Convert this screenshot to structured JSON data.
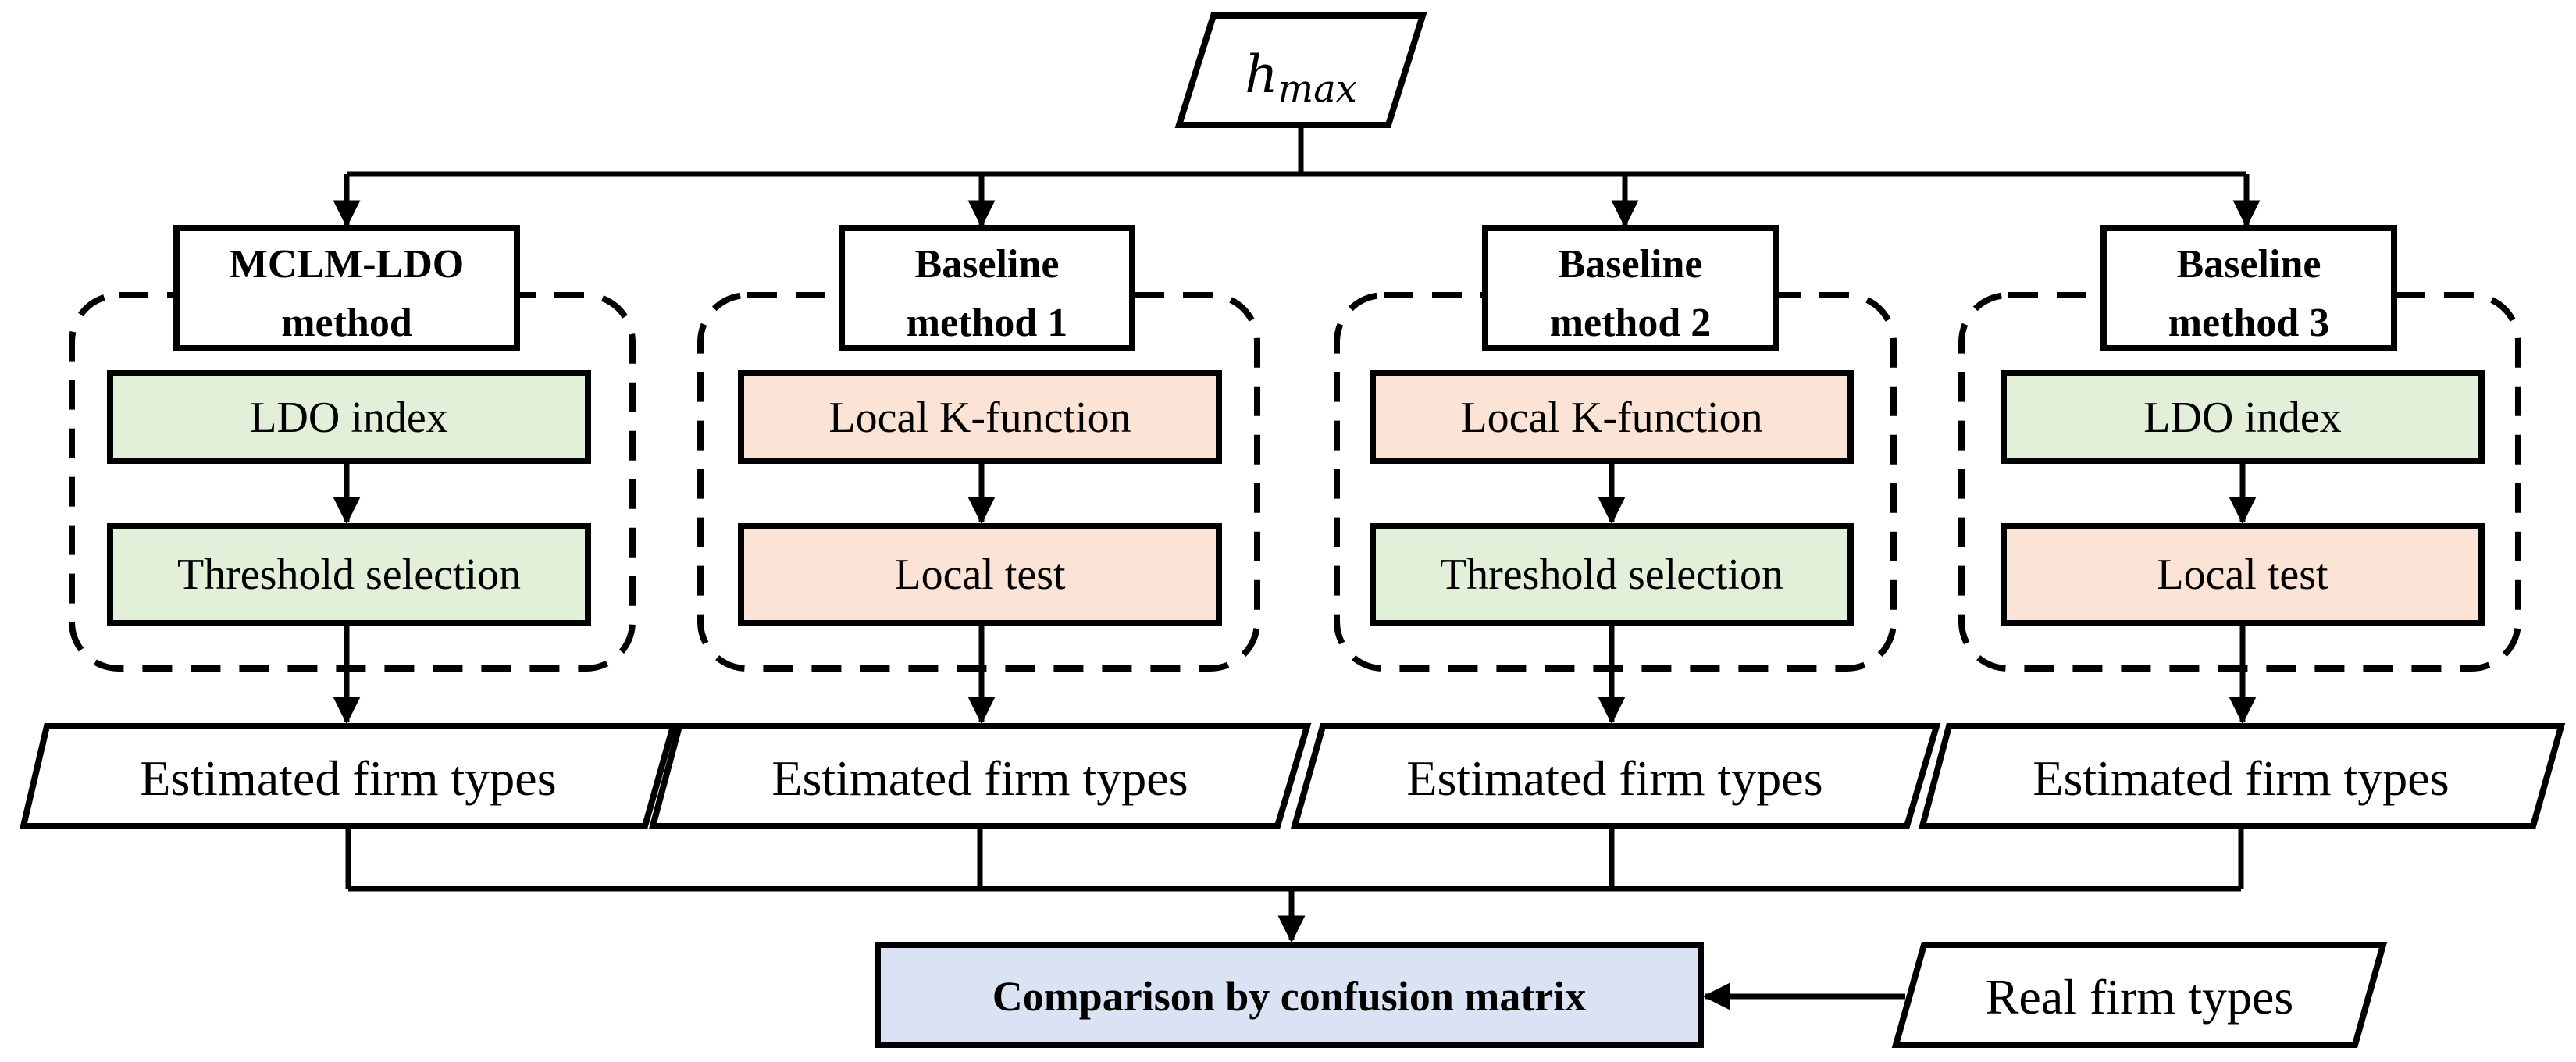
{
  "input": {
    "symbol_main": "h",
    "symbol_sub": "max"
  },
  "methods": [
    {
      "header_line1": "MCLM-LDO",
      "header_line2": "method",
      "step1": "LDO index",
      "step2": "Threshold selection",
      "output": "Estimated firm types"
    },
    {
      "header_line1": "Baseline",
      "header_line2": "method 1",
      "step1": "Local K-function",
      "step2": "Local test",
      "output": "Estimated firm types"
    },
    {
      "header_line1": "Baseline",
      "header_line2": "method 2",
      "step1": "Local K-function",
      "step2": "Threshold selection",
      "output": "Estimated firm types"
    },
    {
      "header_line1": "Baseline",
      "header_line2": "method 3",
      "step1": "LDO index",
      "step2": "Local test",
      "output": "Estimated firm types"
    }
  ],
  "comparison": "Comparison by confusion matrix",
  "real": "Real firm types",
  "colors": {
    "green": "#e2efd9",
    "orange": "#fbe4d5",
    "blue": "#dae3f3",
    "stroke": "#000000"
  }
}
